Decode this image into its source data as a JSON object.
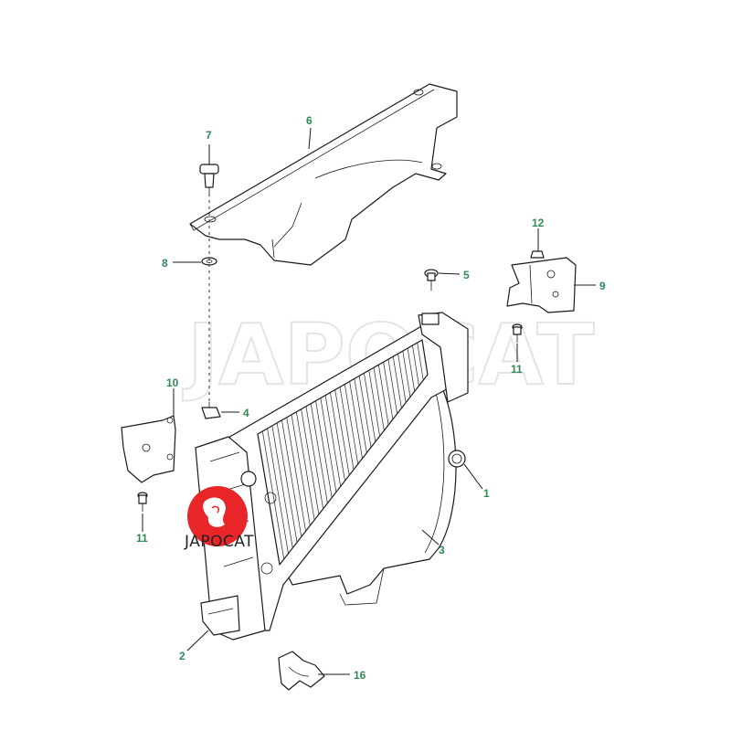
{
  "watermark": {
    "text": "JAPOCAT"
  },
  "logo": {
    "text": "JAPOCAT",
    "color": "#e8262a"
  },
  "colors": {
    "callout": "#2e8b57",
    "line": "#1a1a1a"
  },
  "callouts": {
    "c1": "1",
    "c2": "2",
    "c3": "3",
    "c4": "4",
    "c5": "5",
    "c6": "6",
    "c7": "7",
    "c8": "8",
    "c9": "9",
    "c10": "10",
    "c11a": "11",
    "c11b": "11",
    "c12": "12",
    "c16": "16"
  }
}
